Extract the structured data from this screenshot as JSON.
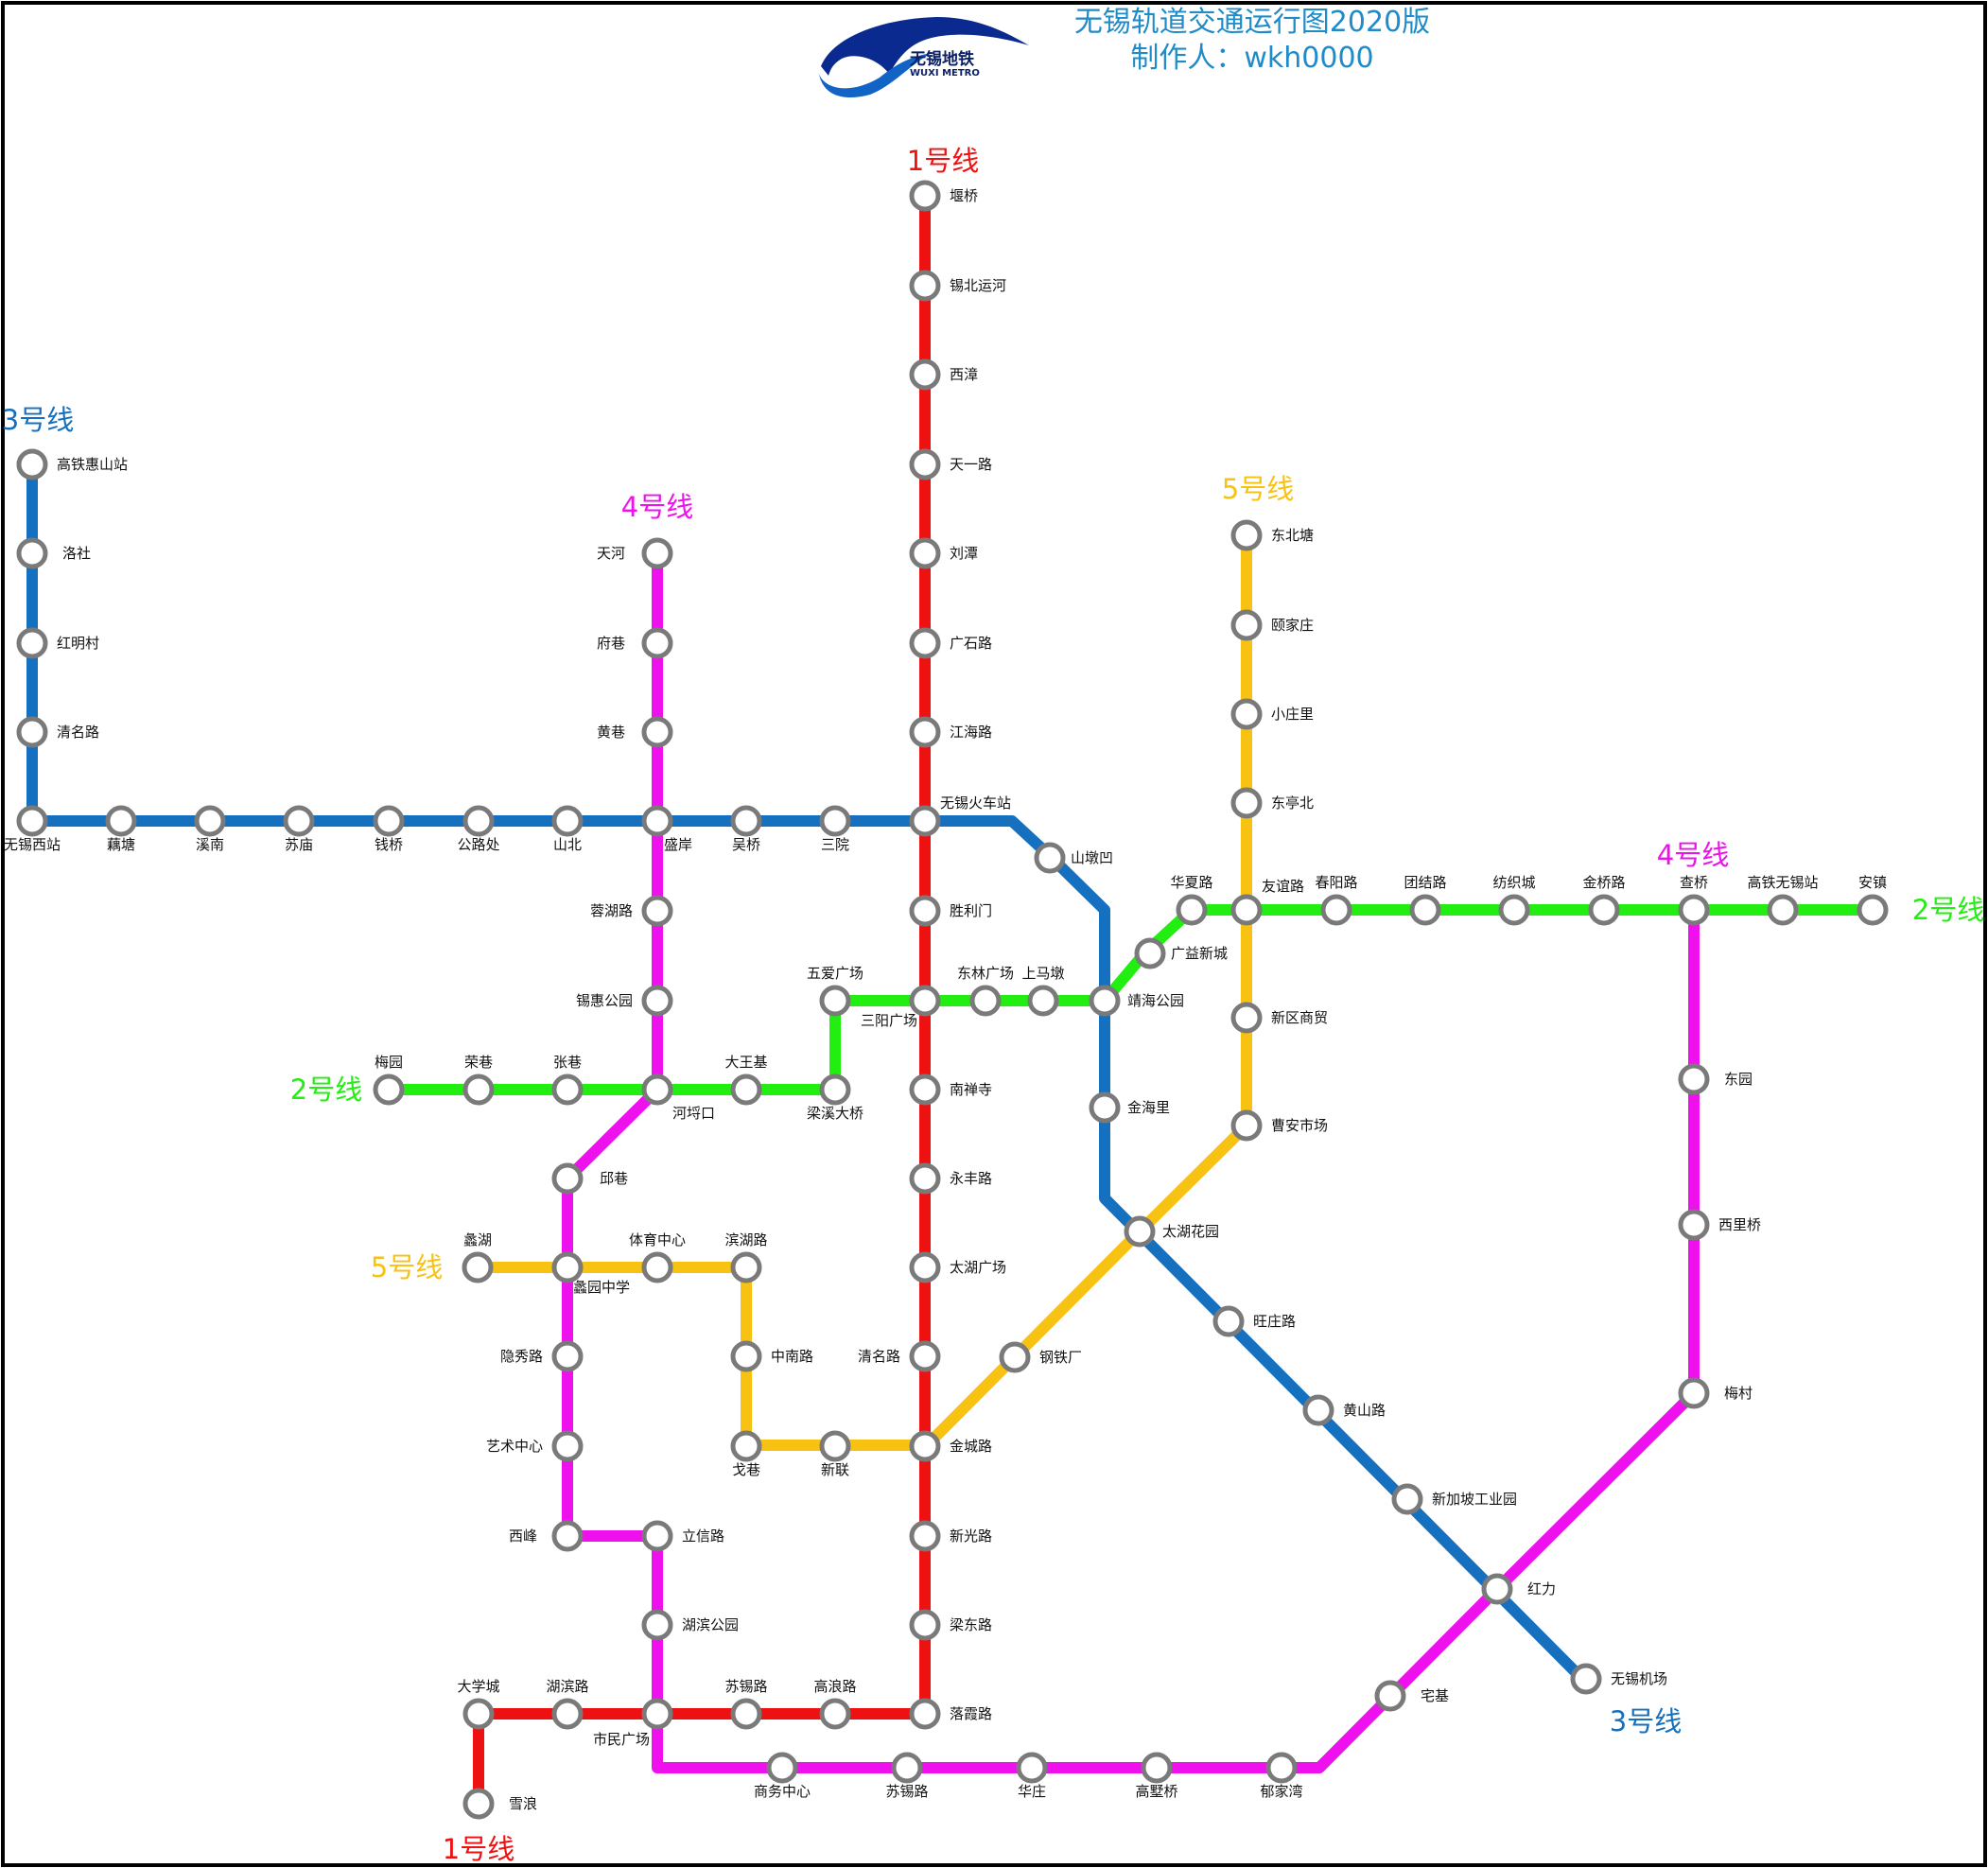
{
  "header": {
    "title": "无锡轨道交通运行图2020版",
    "author": "制作人：wkh0000",
    "logo_cn": "无锡地铁",
    "logo_en": "WUXI METRO"
  },
  "colors": {
    "line1": "#ee1111",
    "line2": "#22ee11",
    "line3": "#1570c0",
    "line4": "#ee11ee",
    "line5": "#f8c213",
    "title": "#1f8bc9",
    "station_stroke": "#7a7a7a"
  },
  "icons": {
    "logo": "wuxi-metro-wave-logo"
  },
  "line_labels": [
    {
      "text": "1号线",
      "line": "line1"
    },
    {
      "text": "1号线",
      "line": "line1"
    },
    {
      "text": "2号线",
      "line": "line2"
    },
    {
      "text": "2号线",
      "line": "line2"
    },
    {
      "text": "3号线",
      "line": "line3"
    },
    {
      "text": "3号线",
      "line": "line3"
    },
    {
      "text": "4号线",
      "line": "line4"
    },
    {
      "text": "4号线",
      "line": "line4"
    },
    {
      "text": "5号线",
      "line": "line5"
    },
    {
      "text": "5号线",
      "line": "line5"
    }
  ],
  "lines": [
    {
      "id": "line1",
      "stations": [
        "堰桥",
        "锡北运河",
        "西漳",
        "天一路",
        "刘潭",
        "广石路",
        "江海路",
        "无锡火车站",
        "胜利门",
        "三阳广场",
        "南禅寺",
        "永丰路",
        "太湖广场",
        "清名路",
        "金城路",
        "新光路",
        "梁东路",
        "落霞路",
        "高浪路",
        "苏锡路",
        "市民广场",
        "湖滨路",
        "大学城",
        "雪浪"
      ]
    },
    {
      "id": "line2",
      "stations": [
        "梅园",
        "荣巷",
        "张巷",
        "河埒口",
        "大王基",
        "梁溪大桥",
        "五爱广场",
        "三阳广场",
        "东林广场",
        "上马墩",
        "靖海公园",
        "广益新城",
        "华夏路",
        "友谊路",
        "春阳路",
        "团结路",
        "纺织城",
        "金桥路",
        "查桥",
        "高铁无锡站",
        "安镇"
      ]
    },
    {
      "id": "line3",
      "stations": [
        "高铁惠山站",
        "洛社",
        "红明村",
        "清名路",
        "无锡西站",
        "藕塘",
        "溪南",
        "苏庙",
        "钱桥",
        "公路处",
        "山北",
        "盛岸",
        "吴桥",
        "三院",
        "无锡火车站",
        "山墩凹",
        "靖海公园",
        "金海里",
        "太湖花园",
        "旺庄路",
        "黄山路",
        "新加坡工业园",
        "红力",
        "无锡机场"
      ]
    },
    {
      "id": "line4",
      "stations": [
        "天河",
        "府巷",
        "黄巷",
        "盛岸",
        "蓉湖路",
        "锡惠公园",
        "河埒口",
        "邱巷",
        "蠡园中学",
        "隐秀路",
        "艺术中心",
        "西峰",
        "立信路",
        "湖滨公园",
        "市民广场",
        "商务中心",
        "苏锡路",
        "华庄",
        "高墅桥",
        "郁家湾",
        "宅基",
        "红力",
        "梅村",
        "西里桥",
        "东园",
        "查桥"
      ]
    },
    {
      "id": "line5",
      "stations": [
        "东北塘",
        "颐家庄",
        "小庄里",
        "东亭北",
        "友谊路",
        "新区商贸",
        "曹安市场",
        "太湖花园",
        "钢铁厂",
        "金城路",
        "新联",
        "戈巷",
        "中南路",
        "滨湖路",
        "体育中心",
        "蠡园中学",
        "蠡湖"
      ]
    }
  ]
}
